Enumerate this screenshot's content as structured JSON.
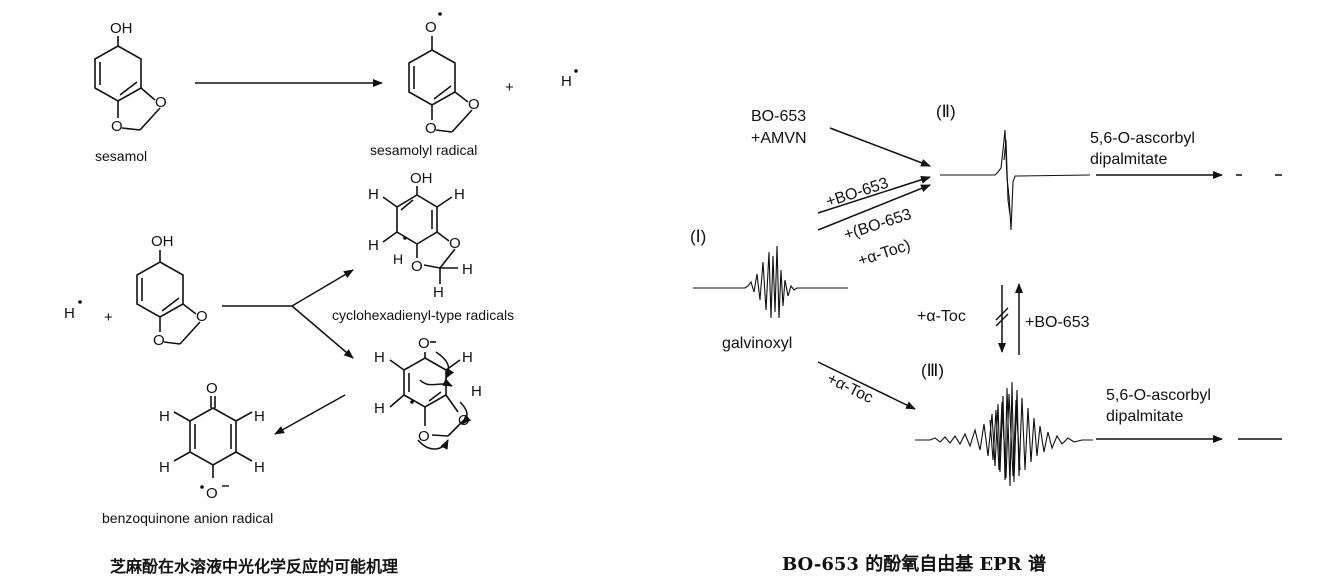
{
  "left": {
    "sesamol_label": "sesamol",
    "sesamolyl_label": "sesamolyl radical",
    "cyclohexadienyl_label": "cyclohexadienyl-type radicals",
    "benzoquinone_label": "benzoquinone anion radical",
    "caption": "芝麻酚在水溶液中光化学反应的可能机理",
    "atoms": {
      "oh": "OH",
      "o": "O",
      "h": "H",
      "plus": "+",
      "o_minus": "O"
    }
  },
  "right": {
    "reactant_top": [
      "BO-653",
      "+AMVN"
    ],
    "numeral_1": "(Ⅰ)",
    "numeral_2": "(Ⅱ)",
    "numeral_3": "(Ⅲ)",
    "galvinoxyl_label": "galvinoxyl",
    "arrow_bo653": "+BO-653",
    "arrow_bo653_toc": [
      "+(BO-653",
      "+α-Toc)"
    ],
    "arrow_toc": "+α-Toc",
    "down_label": "+α-Toc",
    "up_label": "+BO-653",
    "asc_top": [
      "5,6-O-ascorbyl",
      "dipalmitate"
    ],
    "asc_bottom": [
      "5,6-O-ascorbyl",
      "dipalmitate"
    ],
    "caption": "BO-653 的酚氧自由基 EPR 谱"
  }
}
